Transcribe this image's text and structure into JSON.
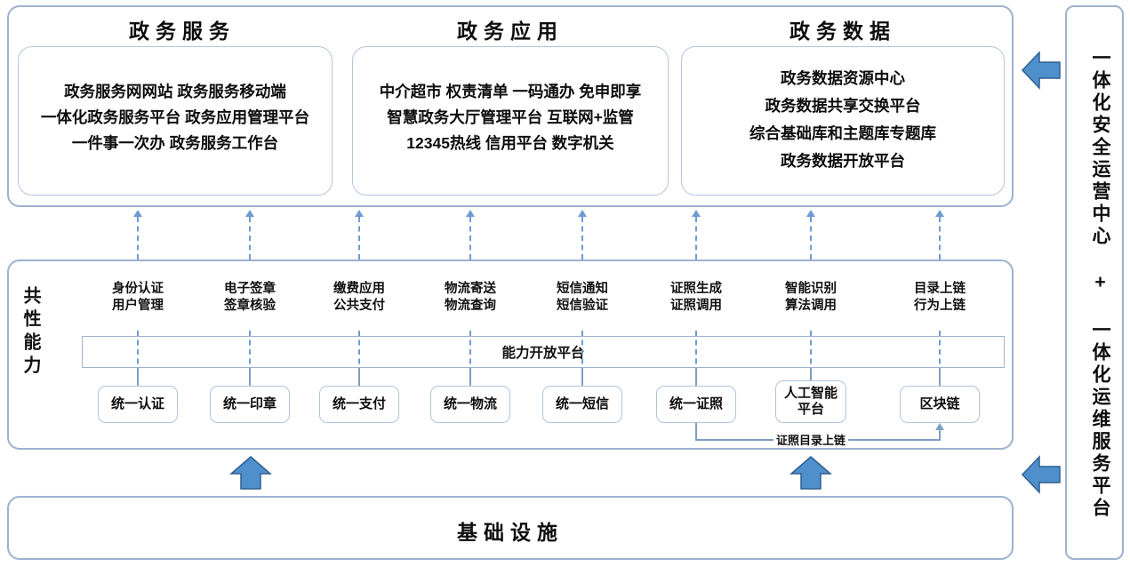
{
  "diagram": {
    "columns": [
      {
        "title": "政务服务",
        "items": [
          "政务服务网网站 政务服务移动端",
          "一体化政务服务平台 政务应用管理平台",
          "一件事一次办 政务服务工作台"
        ]
      },
      {
        "title": "政务应用",
        "items": [
          "中介超市 权责清单 一码通办 免申即享",
          "智慧政务大厅管理平台 互联网+监管",
          "12345热线 信用平台 数字机关"
        ]
      },
      {
        "title": "政务数据",
        "items": [
          "政务数据资源中心",
          "政务数据共享交换平台",
          "综合基础库和主题库专题库",
          "政务数据开放平台"
        ]
      }
    ],
    "common_capability": {
      "side_label": "共性能力",
      "open_platform_label": "能力开放平台",
      "capabilities": [
        {
          "label_top": "身份认证",
          "label_bottom": "用户管理",
          "box": "统一认证"
        },
        {
          "label_top": "电子签章",
          "label_bottom": "签章核验",
          "box": "统一印章"
        },
        {
          "label_top": "缴费应用",
          "label_bottom": "公共支付",
          "box": "统一支付"
        },
        {
          "label_top": "物流寄送",
          "label_bottom": "物流查询",
          "box": "统一物流"
        },
        {
          "label_top": "短信通知",
          "label_bottom": "短信验证",
          "box": "统一短信"
        },
        {
          "label_top": "证照生成",
          "label_bottom": "证照调用",
          "box": "统一证照"
        },
        {
          "label_top": "智能识别",
          "label_bottom": "算法调用",
          "box": "人工智能\n平台"
        },
        {
          "label_top": "目录上链",
          "label_bottom": "行为上链",
          "box": "区块链"
        }
      ],
      "cert_chain_connector_label": "证照目录上链"
    },
    "infrastructure": {
      "title": "基础设施"
    },
    "sidebar": {
      "label": "一体化安全运营中心 + 一体化运维服务平台"
    },
    "colors": {
      "panel_border": "#9db2cf",
      "inner_border": "#b2c6e0",
      "arrow_fill": "#4e8fcc",
      "arrow_stroke": "#2f5f91",
      "dashed_line": "#6f9bd1",
      "text": "#0d0d0d"
    }
  }
}
